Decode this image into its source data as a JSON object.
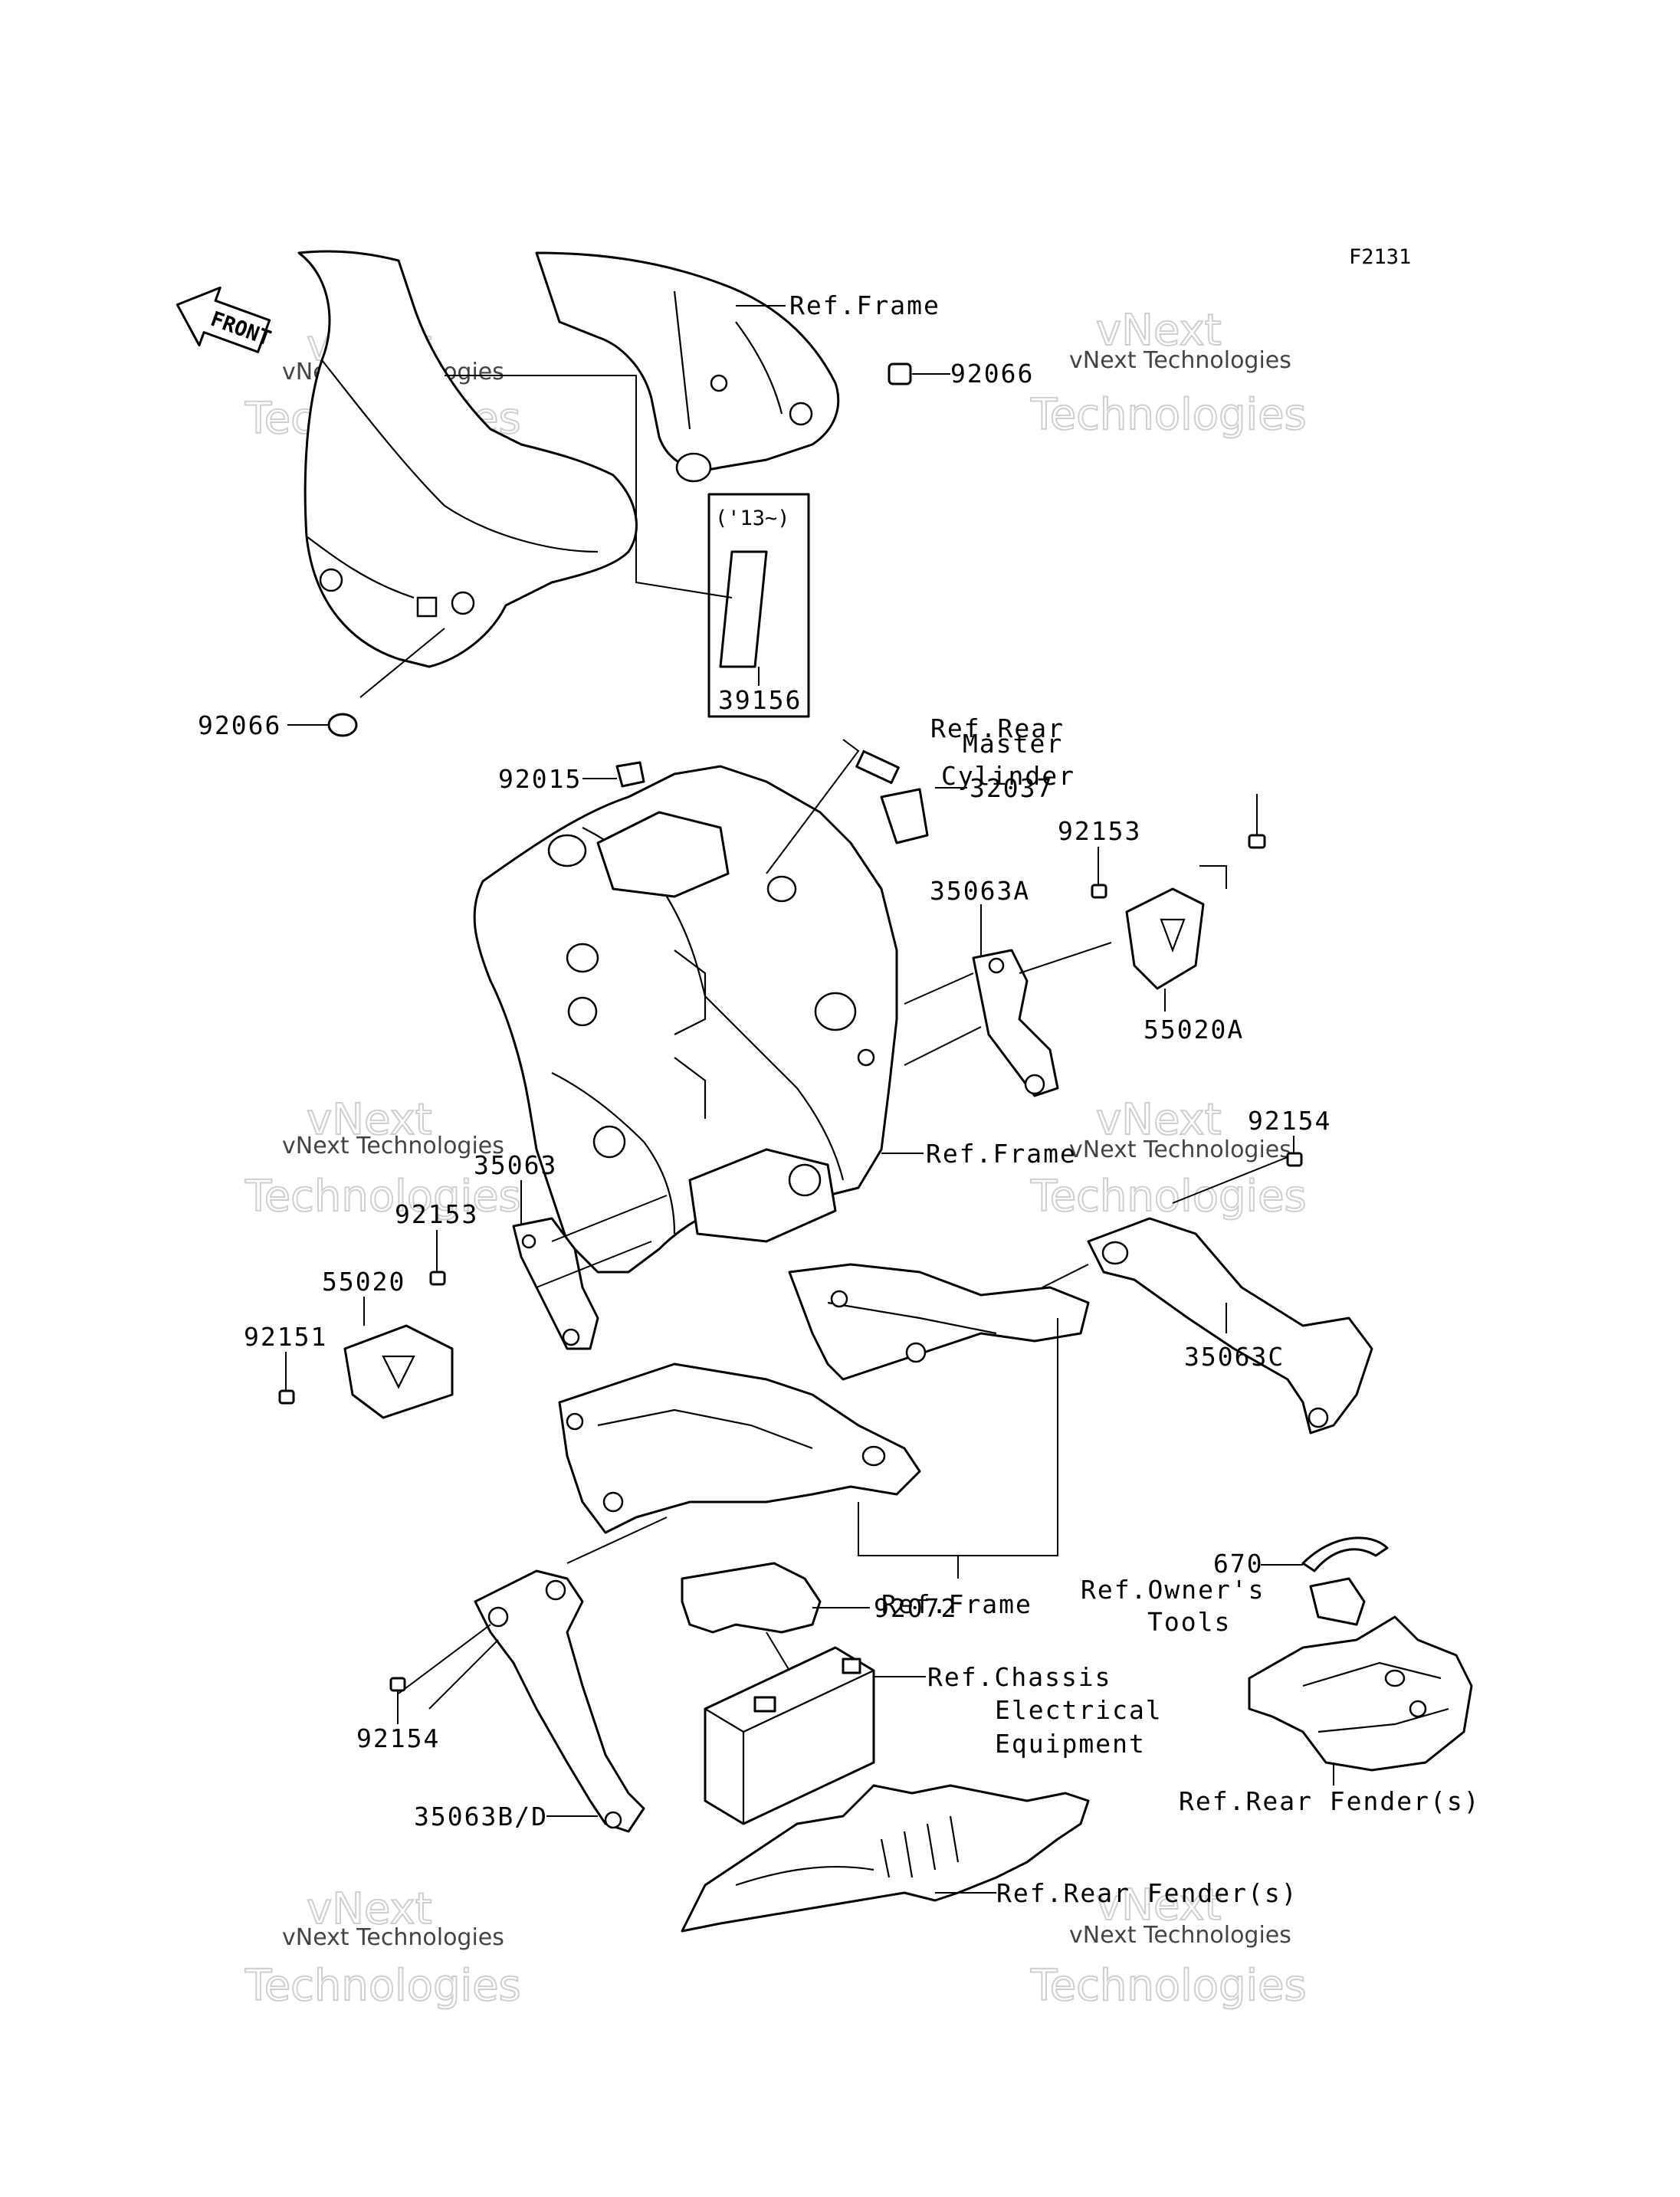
{
  "figure_code": "F2131",
  "direction_badge": "FRONT",
  "callouts": {
    "ref_frame_top": "Ref.Frame",
    "p92066_top": "92066",
    "year_range": "('13~)",
    "p39156": "39156",
    "p92066_left": "92066",
    "p92015": "92015",
    "p32037": "32037",
    "ref_rear_master_cyl_1": "Ref.Rear",
    "ref_rear_master_cyl_2": "Master",
    "ref_rear_master_cyl_3": "Cylinder",
    "p92153_right": "92153",
    "p35063A": "35063A",
    "p55020A": "55020A",
    "p92154_right": "92154",
    "ref_frame_mid": "Ref.Frame",
    "p35063": "35063",
    "p92153_left": "92153",
    "p55020": "55020",
    "p92151": "92151",
    "p35063C": "35063C",
    "ref_frame_low": "Ref.Frame",
    "p670": "670",
    "ref_owners_tools_1": "Ref.Owner's",
    "ref_owners_tools_2": "Tools",
    "p92072": "92072",
    "ref_chassis_1": "Ref.Chassis",
    "ref_chassis_2": "Electrical",
    "ref_chassis_3": "Equipment",
    "p92154_left": "92154",
    "p35063BD": "35063B/D",
    "ref_rear_fender_right": "Ref.Rear Fender(s)",
    "ref_rear_fender_bottom": "Ref.Rear Fender(s)"
  },
  "watermark": {
    "line1": "vNext",
    "line2": "vNext Technologies",
    "line3": "Technologies"
  }
}
